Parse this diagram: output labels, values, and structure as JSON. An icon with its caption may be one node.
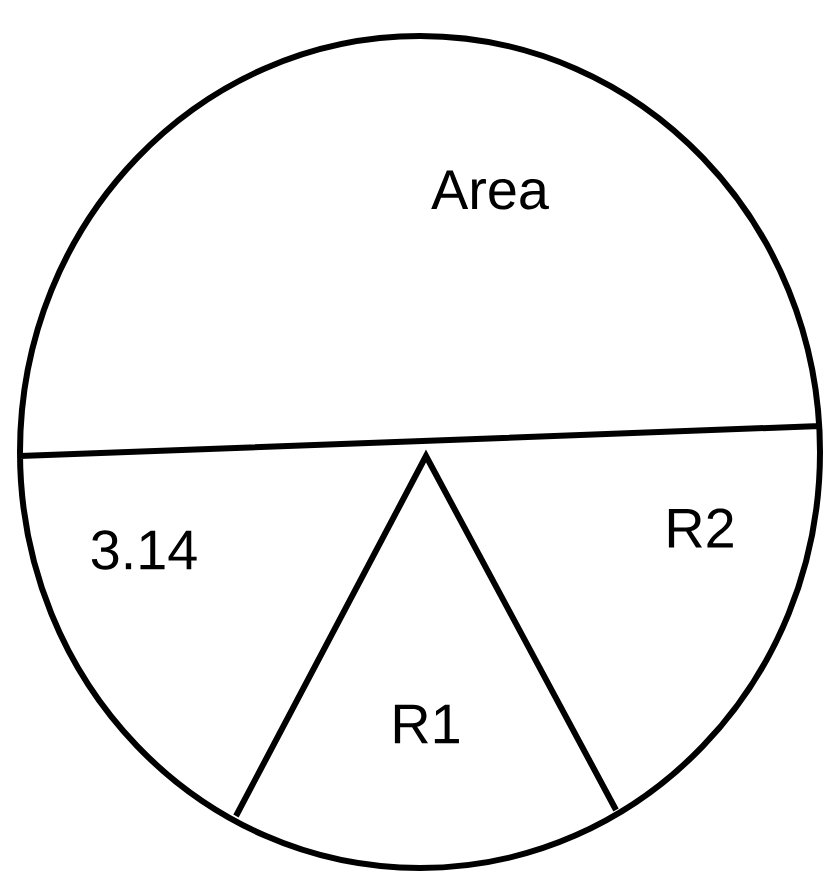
{
  "diagram": {
    "nodes": [
      {
        "text": [
          "Area"
        ]
      },
      {
        "text": [
          "3.14"
        ]
      },
      {
        "text": [
          "R1"
        ]
      },
      {
        "text": [
          "R2"
        ]
      }
    ]
  }
}
